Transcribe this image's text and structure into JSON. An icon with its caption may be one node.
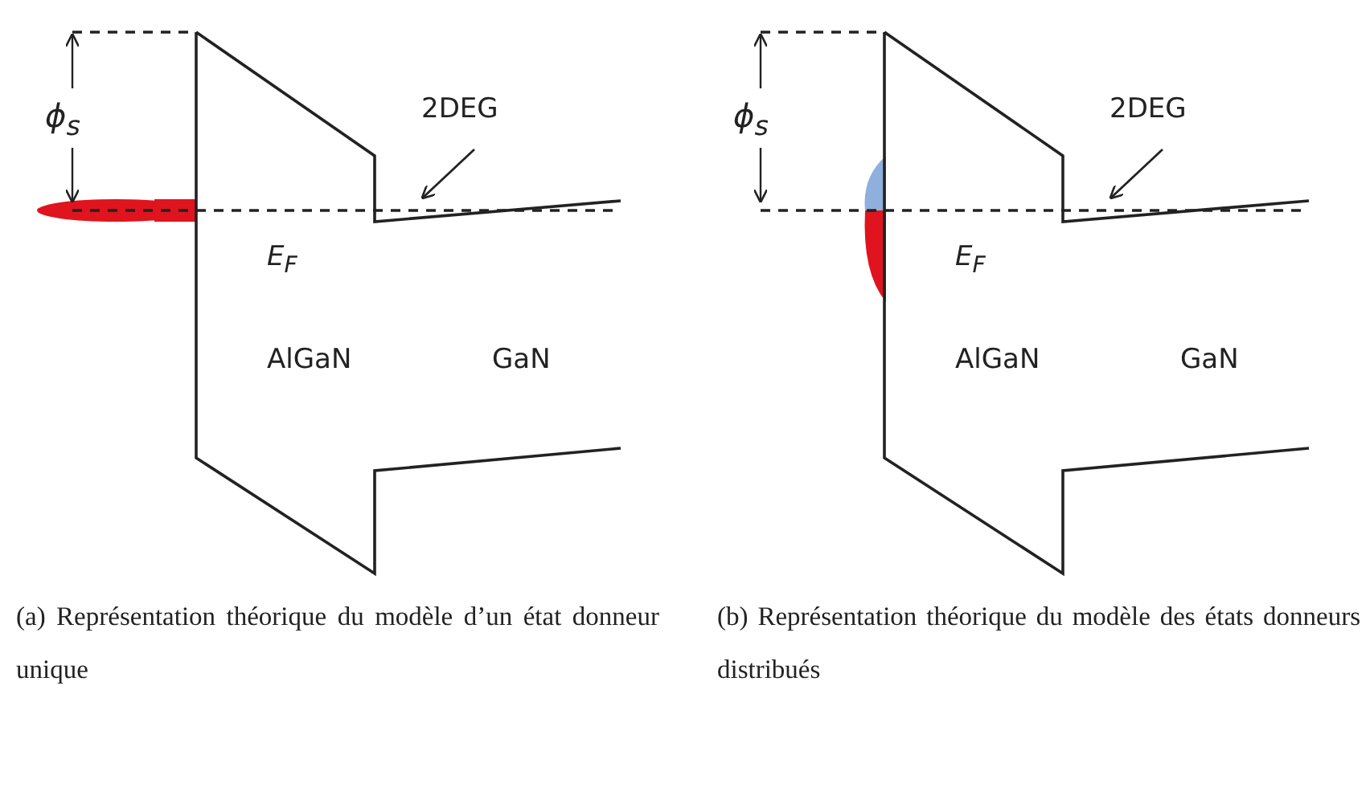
{
  "diagram": {
    "nodes": [
      {
        "text": [
          "2DEG"
        ]
      },
      {
        "text": [
          "2DEG"
        ]
      }
    ],
    "edges": [
      {
        "from": 0,
        "to": null,
        "arrow": "to"
      },
      {
        "from": 1,
        "to": null,
        "arrow": "to"
      }
    ],
    "labels": [
      "ϕ$_{s}$",
      "E$_{F}$",
      "AlGaN",
      "GaN",
      "ϕ$_{s}$",
      "E$_{F}$",
      "AlGaN",
      "GaN",
      "(a) Représentation théorique du modèle d’un état donneur unique",
      "(b) Représentation théorique du modèle des états donneurs distribués"
    ]
  }
}
